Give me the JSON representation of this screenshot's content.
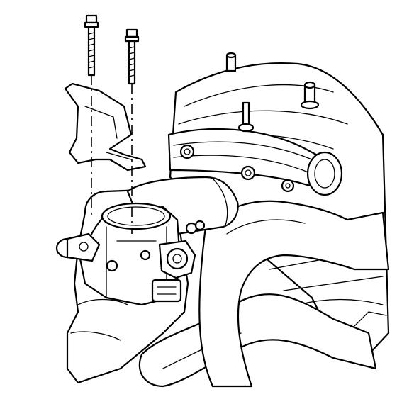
{
  "figure": {
    "bolts": [
      {
        "name": "throttle-body-bolt-long"
      },
      {
        "name": "throttle-body-bolt-short"
      }
    ],
    "components": [
      "intake-plenum",
      "throttle-body",
      "air-inlet-duct",
      "throttle-cable-bracket",
      "cylinder-head",
      "valve-cover",
      "upper-radiator-hose",
      "lower-hose",
      "idle-air-control-valve",
      "throttle-position-sensor"
    ],
    "line_color": "#000000",
    "background_color": "#ffffff"
  }
}
